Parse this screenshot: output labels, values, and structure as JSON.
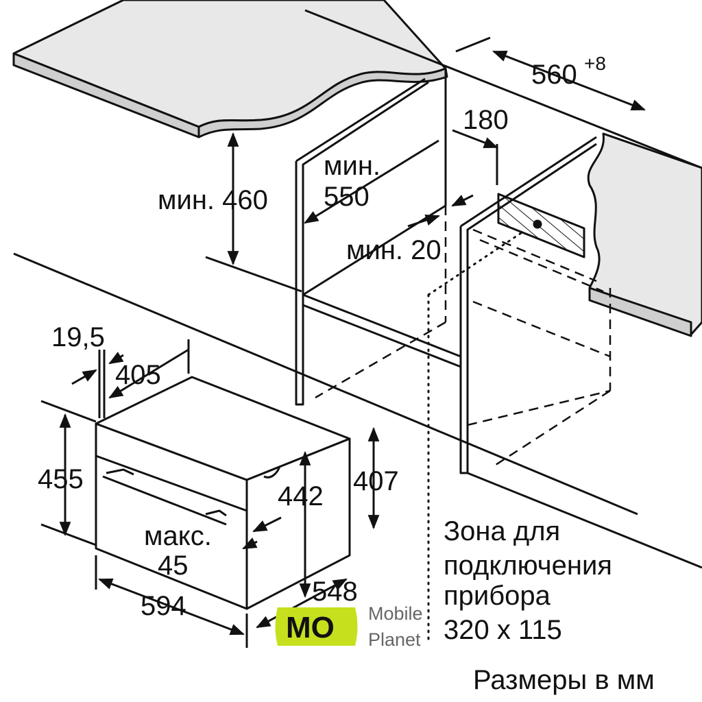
{
  "diagram": {
    "dimensions": {
      "width_niche": "560",
      "width_niche_tolerance": "+8",
      "vent_offset": "180",
      "depth_min_label": "мин.",
      "depth_min_value": "550",
      "height_min": "мин. 460",
      "gap_min": "мин. 20",
      "front_thickness": "19,5",
      "side_depth": "405",
      "height_front": "455",
      "height_body": "442",
      "height_side": "407",
      "panel_max_label": "макс.",
      "panel_max_value": "45",
      "width_front": "594",
      "depth_body": "548"
    },
    "connection_zone": {
      "line1": "Зона для",
      "line2": "подключения",
      "line3": "прибора",
      "line4": "320 x 115"
    },
    "units_note": "Размеры в мм",
    "watermark": {
      "badge": "MO",
      "line1": "Mobile",
      "line2": "Planet",
      "color": "#c6e01e"
    }
  }
}
